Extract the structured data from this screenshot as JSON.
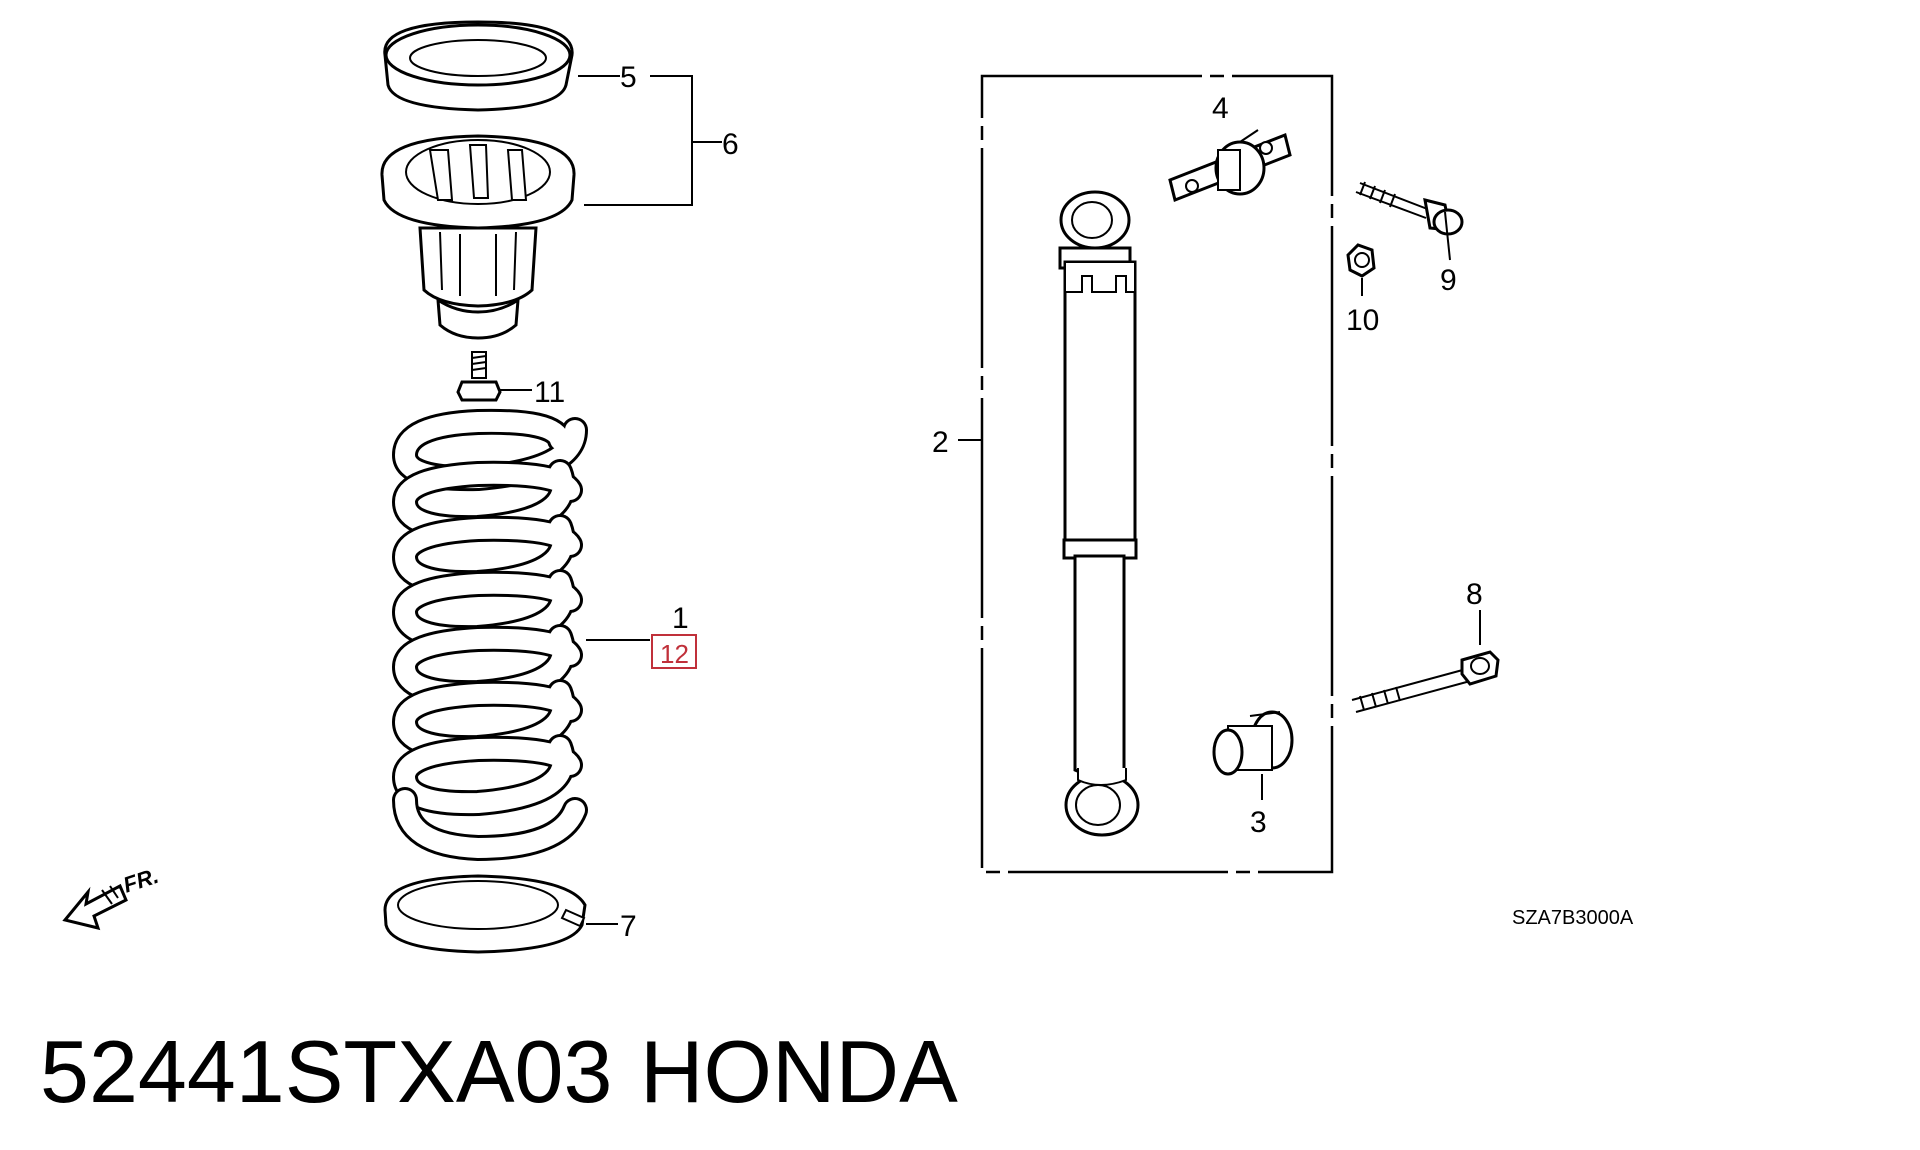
{
  "diagram": {
    "callouts": {
      "c1": "1",
      "c2": "2",
      "c3": "3",
      "c4": "4",
      "c5": "5",
      "c6": "6",
      "c7": "7",
      "c8": "8",
      "c9": "9",
      "c10": "10",
      "c11": "11",
      "c12": "12"
    },
    "highlighted_callout": "12",
    "highlight_color": "#c0303a",
    "front_marker": "FR.",
    "diagram_code": "SZA7B3000A"
  },
  "caption": {
    "part_number": "52441STXA03",
    "brand": "HONDA"
  }
}
